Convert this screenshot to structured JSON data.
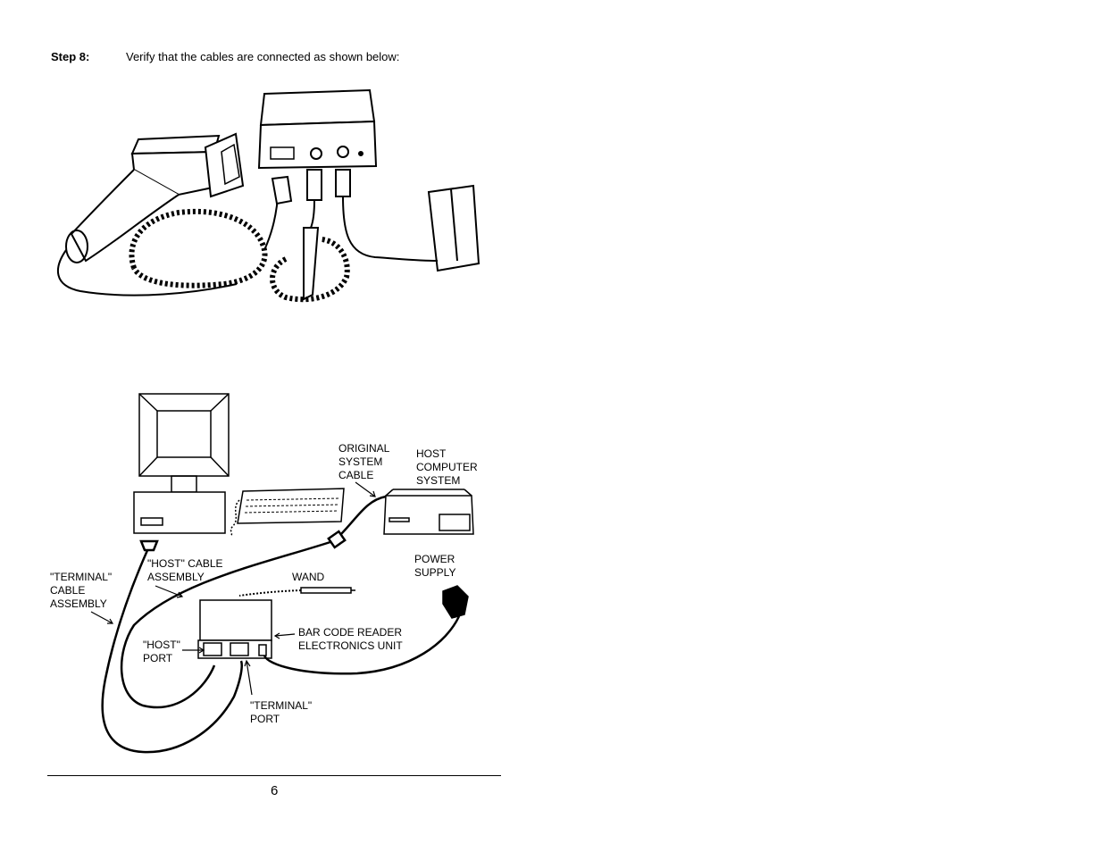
{
  "step": {
    "label": "Step 8:",
    "text": "Verify that the cables are connected as shown below:"
  },
  "figure2_labels": {
    "original_system_cable": "ORIGINAL\nSYSTEM\nCABLE",
    "host_computer_system": "HOST\nCOMPUTER\nSYSTEM",
    "power_supply": "POWER\nSUPPLY",
    "host_cable_assembly": "\"HOST\" CABLE\nASSEMBLY",
    "wand": "WAND",
    "terminal_cable_assembly": "\"TERMINAL\"\nCABLE\nASSEMBLY",
    "bar_code_reader": "BAR CODE READER\nELECTRONICS UNIT",
    "host_port": "\"HOST\"\nPORT",
    "terminal_port": "\"TERMINAL\"\nPORT"
  },
  "footer": {
    "page_number": "6"
  }
}
